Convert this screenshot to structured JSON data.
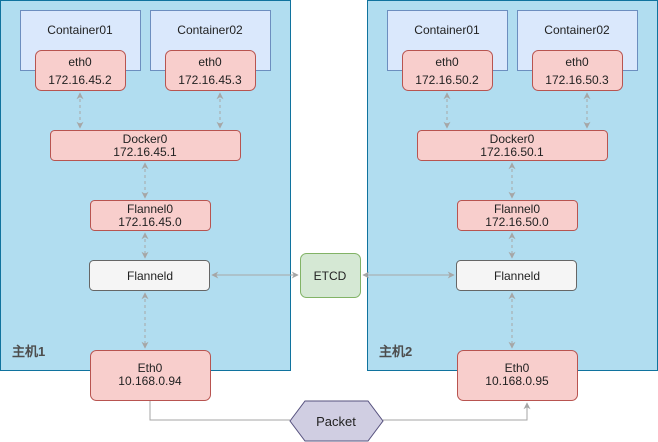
{
  "colors": {
    "host_fill": "#b1ddf0",
    "host_stroke": "#10739e",
    "container_fill": "#dae8fc",
    "container_stroke": "#6c8ebf",
    "iface_fill": "#f8cecc",
    "iface_stroke": "#b85450",
    "daemon_fill": "#f5f5f5",
    "daemon_stroke": "#666666",
    "etcd_fill": "#d5e8d4",
    "etcd_stroke": "#82b366",
    "packet_fill": "#d0cee2",
    "packet_stroke": "#56517e",
    "connector": "#a6a6a6"
  },
  "hosts": [
    {
      "label": "主机1",
      "containers": [
        {
          "name": "Container01",
          "iface": "eth0",
          "ip": "172.16.45.2"
        },
        {
          "name": "Container02",
          "iface": "eth0",
          "ip": "172.16.45.3"
        }
      ],
      "docker": {
        "name": "Docker0",
        "ip": "172.16.45.1"
      },
      "flannel": {
        "name": "Flannel0",
        "ip": "172.16.45.0"
      },
      "daemon": {
        "name": "Flanneld"
      },
      "nic": {
        "name": "Eth0",
        "ip": "10.168.0.94"
      }
    },
    {
      "label": "主机2",
      "containers": [
        {
          "name": "Container01",
          "iface": "eth0",
          "ip": "172.16.50.2"
        },
        {
          "name": "Container02",
          "iface": "eth0",
          "ip": "172.16.50.3"
        }
      ],
      "docker": {
        "name": "Docker0",
        "ip": "172.16.50.1"
      },
      "flannel": {
        "name": "Flannel0",
        "ip": "172.16.50.0"
      },
      "daemon": {
        "name": "Flanneld"
      },
      "nic": {
        "name": "Eth0",
        "ip": "10.168.0.95"
      }
    }
  ],
  "etcd": {
    "label": "ETCD"
  },
  "packet": {
    "label": "Packet"
  }
}
